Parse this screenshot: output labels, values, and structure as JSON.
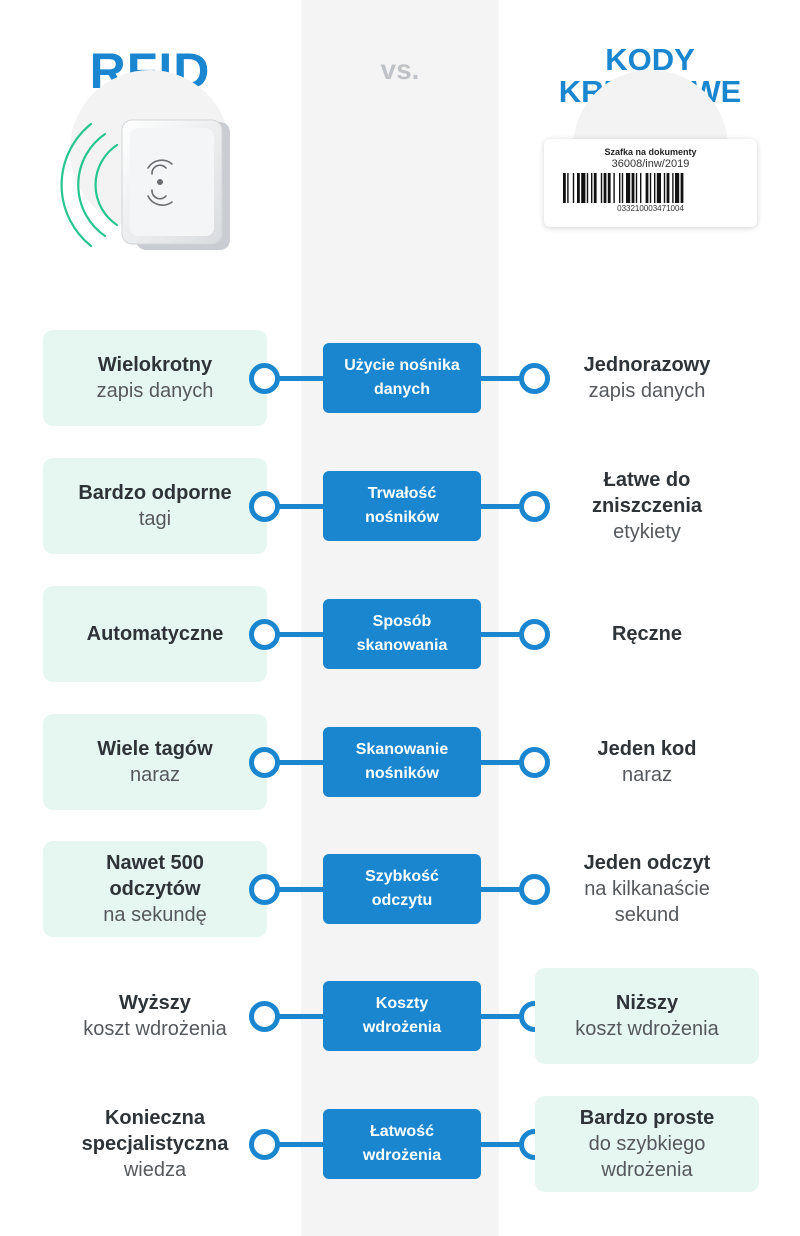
{
  "header": {
    "left_title": "RFID",
    "center_title": "vs.",
    "right_title_line1": "KODY",
    "right_title_line2": "KRESKOWE"
  },
  "barcode_label": {
    "title": "Szafka na dokumenty",
    "number": "36008/inw/2019",
    "code": "033210003471004"
  },
  "icons": {
    "reader": "rfid-reader-icon",
    "barcode": "barcode-icon"
  },
  "colors": {
    "accent": "#1a86d0",
    "highlight": "#e6f6f0",
    "strip": "#f4f4f5",
    "wave": "#27c590"
  },
  "rows": [
    {
      "center": [
        "Użycie nośnika",
        "danych"
      ],
      "left": {
        "bold": [
          "Wielokrotny"
        ],
        "light": [
          "zapis danych"
        ],
        "highlight": true
      },
      "right": {
        "bold": [
          "Jednorazowy"
        ],
        "light": [
          "zapis danych"
        ],
        "highlight": false
      }
    },
    {
      "center": [
        "Trwałość",
        "nośników"
      ],
      "left": {
        "bold": [
          "Bardzo odporne"
        ],
        "light": [
          "tagi"
        ],
        "highlight": true
      },
      "right": {
        "bold": [
          "Łatwe do",
          "zniszczenia"
        ],
        "light": [
          "etykiety"
        ],
        "highlight": false
      }
    },
    {
      "center": [
        "Sposób",
        "skanowania"
      ],
      "left": {
        "bold": [
          "Automatyczne"
        ],
        "light": [],
        "highlight": true
      },
      "right": {
        "bold": [
          "Ręczne"
        ],
        "light": [],
        "highlight": false
      }
    },
    {
      "center": [
        "Skanowanie",
        "nośników"
      ],
      "left": {
        "bold": [
          "Wiele tagów"
        ],
        "light": [
          "naraz"
        ],
        "highlight": true
      },
      "right": {
        "bold": [
          "Jeden kod"
        ],
        "light": [
          "naraz"
        ],
        "highlight": false
      }
    },
    {
      "center": [
        "Szybkość",
        "odczytu"
      ],
      "left": {
        "bold": [
          "Nawet 500",
          "odczytów"
        ],
        "light": [
          "na sekundę"
        ],
        "highlight": true
      },
      "right": {
        "bold": [
          "Jeden odczyt"
        ],
        "light": [
          "na kilkanaście",
          "sekund"
        ],
        "highlight": false
      }
    },
    {
      "center": [
        "Koszty",
        "wdrożenia"
      ],
      "left": {
        "bold": [
          "Wyższy"
        ],
        "light": [
          "koszt wdrożenia"
        ],
        "highlight": false
      },
      "right": {
        "bold": [
          "Niższy"
        ],
        "light": [
          "koszt wdrożenia"
        ],
        "highlight": true
      }
    },
    {
      "center": [
        "Łatwość",
        "wdrożenia"
      ],
      "left": {
        "bold": [
          "Konieczna",
          "specjalistyczna"
        ],
        "light": [
          "wiedza"
        ],
        "highlight": false
      },
      "right": {
        "bold": [
          "Bardzo proste"
        ],
        "light": [
          "do szybkiego",
          "wdrożenia"
        ],
        "highlight": true
      }
    }
  ]
}
